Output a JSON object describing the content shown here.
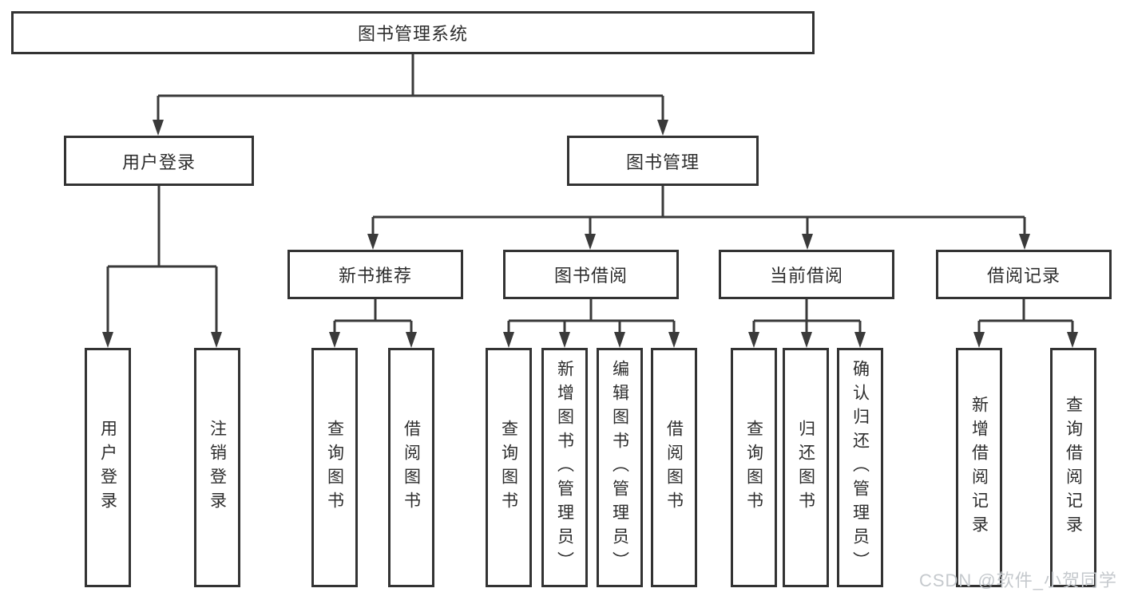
{
  "tree": {
    "root_label": "图书管理系统",
    "branches": [
      {
        "label": "用户登录",
        "leaves": [
          "用户登录",
          "注销登录"
        ]
      },
      {
        "label": "图书管理",
        "groups": [
          {
            "label": "新书推荐",
            "leaves": [
              "查询图书",
              "借阅图书"
            ]
          },
          {
            "label": "图书借阅",
            "leaves": [
              "查询图书",
              "新增图书（管理员）",
              "编辑图书（管理员）",
              "借阅图书"
            ]
          },
          {
            "label": "当前借阅",
            "leaves": [
              "查询图书",
              "归还图书",
              "确认归还（管理员）"
            ]
          },
          {
            "label": "借阅记录",
            "leaves": [
              "新增借阅记录",
              "查询借阅记录"
            ]
          }
        ]
      }
    ]
  },
  "watermark": "CSDN @软件_小贺同学",
  "colors": {
    "line": "#3a3a3a",
    "box_border": "#333333",
    "text": "#2d2d2d",
    "watermark": "#c5c9cd",
    "background": "#ffffff"
  }
}
